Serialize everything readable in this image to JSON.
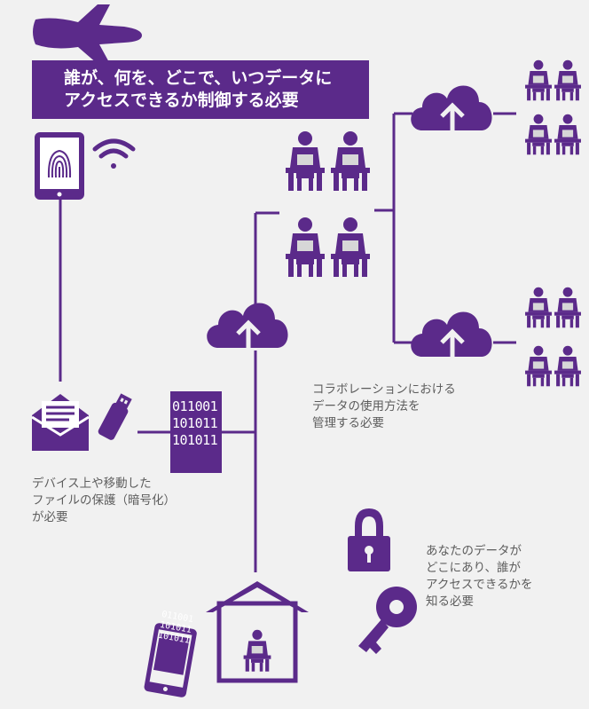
{
  "colors": {
    "accent": "#5b2a8a",
    "background": "#f1f1f1",
    "caption_text": "#5d5d5d"
  },
  "banner": {
    "line1": "誰が、何を、どこで、いつデータに",
    "line2": "アクセスできるか制御する必要"
  },
  "captions": {
    "collaboration": [
      "コラボレーションにおける",
      "データの使用方法を",
      "管理する必要"
    ],
    "devices": [
      "デバイス上や移動した",
      "ファイルの保護（暗号化）",
      "が必要"
    ],
    "awareness": [
      "あなたのデータが",
      "どこにあり、誰が",
      "アクセスできるかを",
      "知る必要"
    ]
  },
  "binary": {
    "card": [
      "011001",
      "101011",
      "101011"
    ],
    "tablet": [
      "011001",
      "101011",
      "101011"
    ]
  },
  "icons": [
    "airplane-icon",
    "fingerprint-tablet-icon",
    "wifi-icon",
    "email-icon",
    "usb-drive-icon",
    "binary-data-icon",
    "cloud-upload-icon",
    "office-workers-icon",
    "home-worker-icon",
    "tablet-icon",
    "lock-icon",
    "key-icon"
  ]
}
